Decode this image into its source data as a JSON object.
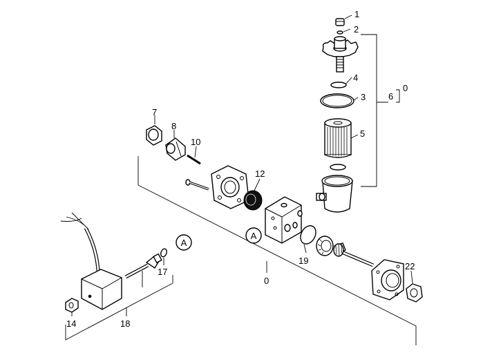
{
  "callouts": {
    "p1": "1",
    "p2": "2",
    "p3": "3",
    "p4": "4",
    "p5": "5",
    "p6": "6",
    "p0_top": "0",
    "p7": "7",
    "p8": "8",
    "p10": "10",
    "p12": "12",
    "p14": "14",
    "p17": "17",
    "p18": "18",
    "p19": "19",
    "p22": "22",
    "p0_bottom": "0"
  },
  "refs": {
    "a_right": "A",
    "a_left": "A"
  }
}
